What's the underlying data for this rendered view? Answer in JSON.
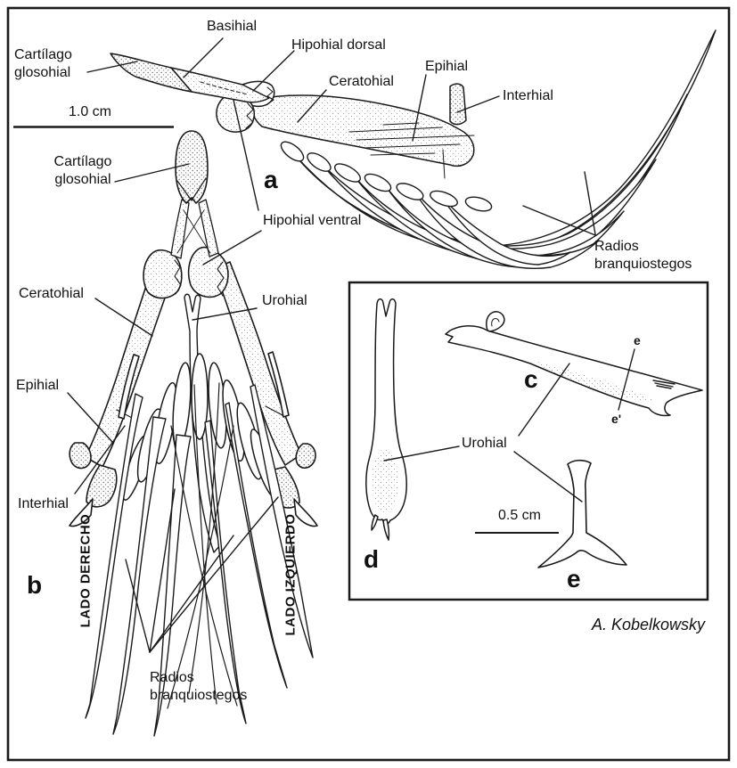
{
  "colors": {
    "ink": "#1a1a1a",
    "paper": "#ffffff"
  },
  "credit": "A. Kobelkowsky",
  "scale_bars": {
    "main": "1.0 cm",
    "inset": "0.5 cm"
  },
  "panels": {
    "a": "a",
    "b": "b",
    "c": "c",
    "d": "d",
    "e": "e"
  },
  "section_markers": {
    "e": "e",
    "e_prime": "e'"
  },
  "side_labels": {
    "right_side": "LADO DERECHO",
    "left_side": "LADO IZQUIERDO"
  },
  "labels": {
    "basihial": "Basihial",
    "hipohial_dorsal": "Hipohial dorsal",
    "cartilago_glosohial_a": "Cartílago\nglosohial",
    "ceratohial_a": "Ceratohial",
    "epihial_a": "Epihial",
    "interhial_a": "Interhial",
    "radios_branquiostegos_a": "Radios\nbranquiostegos",
    "cartilago_glosohial_b": "Cartílago\nglosohial",
    "hipohial_ventral": "Hipohial ventral",
    "ceratohial_b": "Ceratohial",
    "urohial_b": "Urohial",
    "epihial_b": "Epihial",
    "interhial_b": "Interhial",
    "radios_branquiostegos_b": "Radios\nbranquiostegos",
    "urohial_inset": "Urohial"
  }
}
